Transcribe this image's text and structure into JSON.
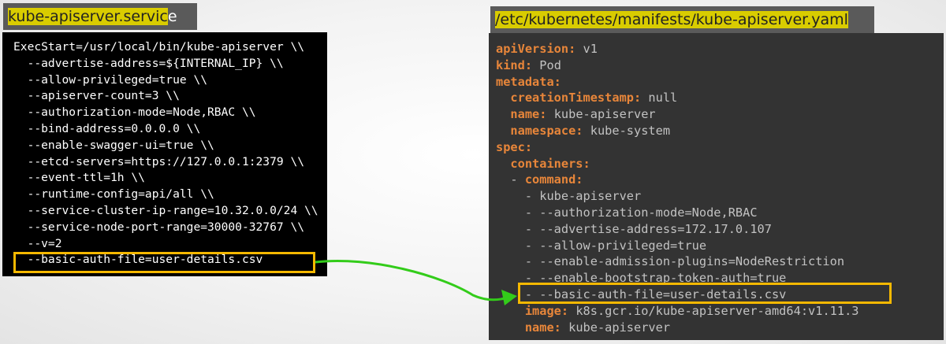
{
  "left": {
    "title_highlighted": "kube-apiserver.servic",
    "title_rest": "e",
    "lines": [
      "ExecStart=/usr/local/bin/kube-apiserver \\\\",
      "  --advertise-address=${INTERNAL_IP} \\\\",
      "  --allow-privileged=true \\\\",
      "  --apiserver-count=3 \\\\",
      "  --authorization-mode=Node,RBAC \\\\",
      "  --bind-address=0.0.0.0 \\\\",
      "  --enable-swagger-ui=true \\\\",
      "  --etcd-servers=https://127.0.0.1:2379 \\\\",
      "  --event-ttl=1h \\\\",
      "  --runtime-config=api/all \\\\",
      "  --service-cluster-ip-range=10.32.0.0/24 \\\\",
      "  --service-node-port-range=30000-32767 \\\\",
      "  --v=2",
      "  --basic-auth-file=user-details.csv"
    ]
  },
  "right": {
    "title": "/etc/kubernetes/manifests/kube-apiserver.yaml",
    "lines": [
      {
        "indent": "",
        "key": "apiVersion:",
        "val": " v1"
      },
      {
        "indent": "",
        "key": "kind:",
        "val": " Pod"
      },
      {
        "indent": "",
        "key": "metadata:",
        "val": ""
      },
      {
        "indent": "  ",
        "key": "creationTimestamp:",
        "val": " null"
      },
      {
        "indent": "  ",
        "key": "name:",
        "val": " kube-apiserver"
      },
      {
        "indent": "  ",
        "key": "namespace:",
        "val": " kube-system"
      },
      {
        "indent": "",
        "key": "spec:",
        "val": ""
      },
      {
        "indent": "  ",
        "key": "containers:",
        "val": ""
      },
      {
        "indent": "  - ",
        "key": "command:",
        "val": ""
      },
      {
        "indent": "    ",
        "key": "",
        "val": "- kube-apiserver"
      },
      {
        "indent": "    ",
        "key": "",
        "val": "- --authorization-mode=Node,RBAC"
      },
      {
        "indent": "    ",
        "key": "",
        "val": "- --advertise-address=172.17.0.107"
      },
      {
        "indent": "    ",
        "key": "",
        "val": "- --allow-privileged=true"
      },
      {
        "indent": "    ",
        "key": "",
        "val": "- --enable-admission-plugins=NodeRestriction"
      },
      {
        "indent": "    ",
        "key": "",
        "val": "- --enable-bootstrap-token-auth=true"
      },
      {
        "indent": "    ",
        "key": "",
        "val": "- --basic-auth-file=user-details.csv"
      },
      {
        "indent": "    ",
        "key": "image:",
        "val": " k8s.gcr.io/kube-apiserver-amd64:v1.11.3"
      },
      {
        "indent": "    ",
        "key": "name:",
        "val": " kube-apiserver"
      }
    ]
  },
  "colors": {
    "highlight": "#d9cc00",
    "yaml_key": "#e8863a",
    "box": "#f5b800",
    "arrow": "#33cc1a"
  }
}
